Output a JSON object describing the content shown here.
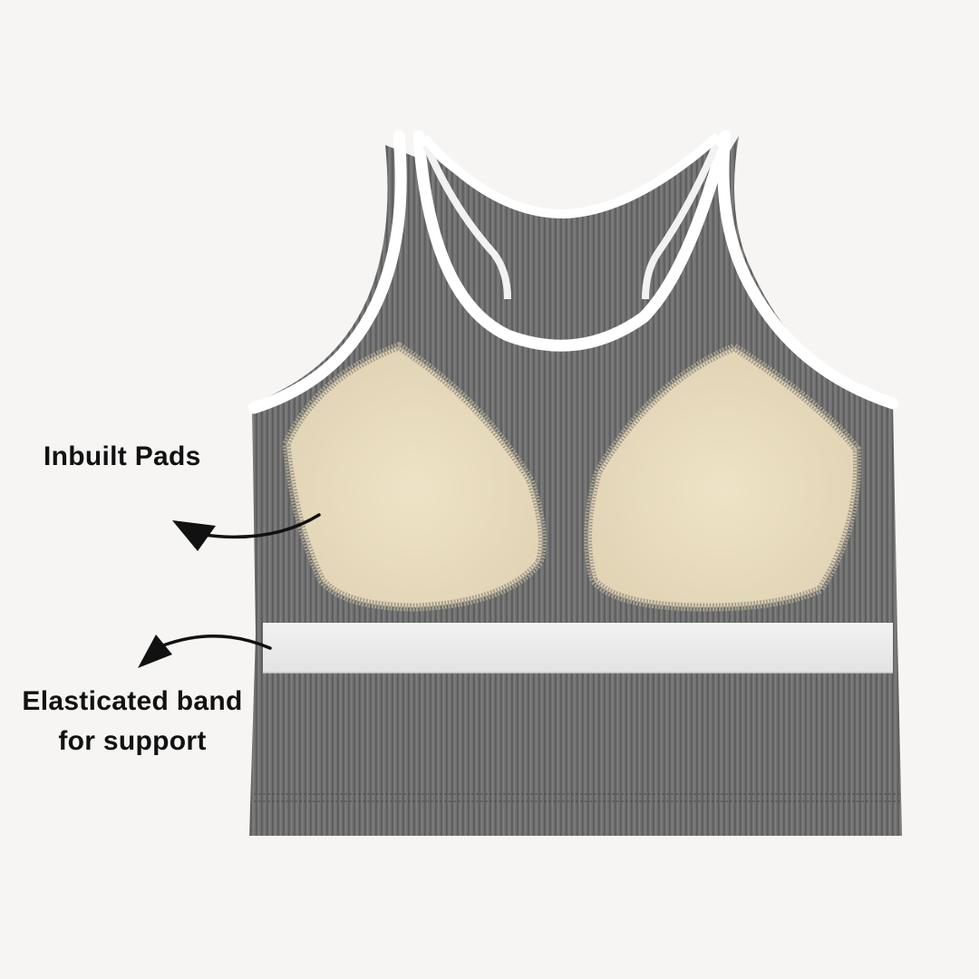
{
  "annotations": {
    "pads": {
      "label": "Inbuilt Pads",
      "arrow_icon": "curved-arrow-left-icon"
    },
    "band": {
      "line1": "Elasticated band",
      "line2": "for support",
      "arrow_icon": "curved-arrow-left-icon"
    }
  },
  "product": {
    "name": "ribbed-racerback-sports-bra",
    "colors": {
      "fabric": "#6f6f6f",
      "fabric_dark": "#5a5a5a",
      "trim": "#ffffff",
      "band": "#ececec",
      "pad": "#e8dcbf",
      "pad_edge": "#a7a08f",
      "background": "#f6f5f3"
    }
  }
}
